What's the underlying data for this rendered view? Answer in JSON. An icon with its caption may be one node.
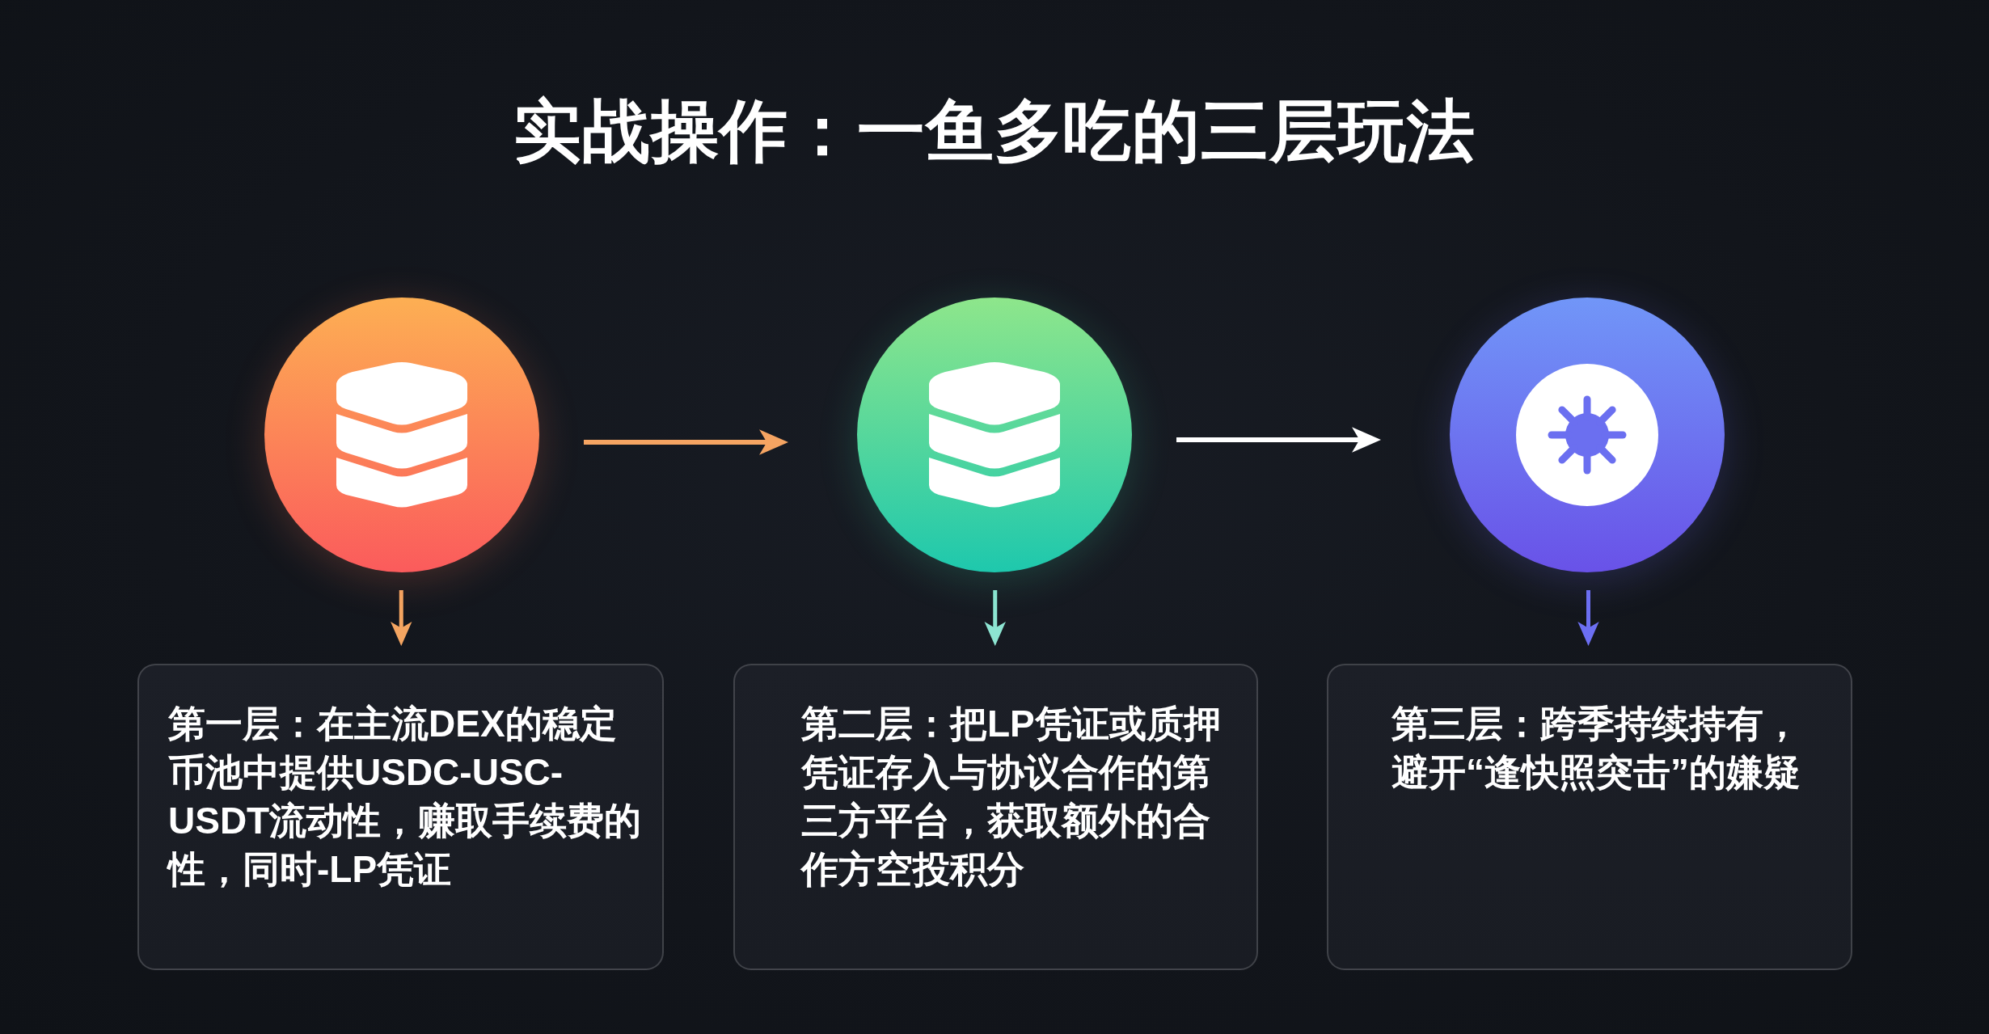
{
  "diagram": {
    "title": "实战操作：一鱼多吃的三层玩法",
    "nodes": [
      {
        "text": [],
        "shape": "circle"
      },
      {
        "text": [],
        "shape": "circle"
      },
      {
        "text": [],
        "shape": "circle"
      },
      {
        "text": [
          "第一层：在主流DEX的稳定币池中提供USDC-USC-USDT流动性，赚取手续费的性，同时-LP凭证"
        ]
      },
      {
        "text": [
          "第二层：把LP凭证或质押凭证存入与协议合作的第三方平台，获取额外的合作方空投积分"
        ]
      },
      {
        "text": [
          "第三层：跨季持续持有，避开“逢快照突击”的嫌疑"
        ]
      }
    ],
    "edges": [
      {
        "from": 0,
        "to": 1,
        "arrow": "to",
        "color": "#f5a462"
      },
      {
        "from": 1,
        "to": 2,
        "arrow": "to",
        "color": "#ffffff"
      },
      {
        "from": 0,
        "to": 3,
        "arrow": "to",
        "color": "#f4a561"
      },
      {
        "from": 1,
        "to": 4,
        "arrow": "to",
        "color": "#8de5d2"
      },
      {
        "from": 2,
        "to": 5,
        "arrow": "to",
        "color": "#6c6ff2"
      }
    ]
  }
}
